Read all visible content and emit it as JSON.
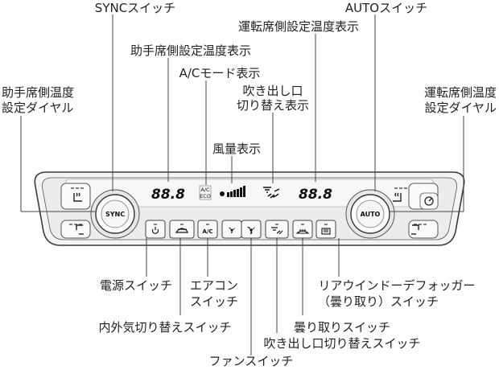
{
  "labels": {
    "sync_switch": "SYNCスイッチ",
    "auto_switch": "AUTOスイッチ",
    "driver_temp_display": "運転席側設定温度表示",
    "passenger_temp_display": "助手席側設定温度表示",
    "ac_mode_display": "A/Cモード表示",
    "outlet_switch_display_l1": "吹き出し口",
    "outlet_switch_display_l2": "切り替え表示",
    "fan_speed_display": "風量表示",
    "passenger_dial_l1": "助手席側温度",
    "passenger_dial_l2": "設定ダイヤル",
    "driver_dial_l1": "運転席側温度",
    "driver_dial_l2": "設定ダイヤル",
    "power_switch": "電源スイッチ",
    "aircon_switch_l1": "エアコン",
    "aircon_switch_l2": "スイッチ",
    "recirc_switch": "内外気切り替えスイッチ",
    "defog_switch": "曇り取りスイッチ",
    "outlet_switch": "吹き出し口切り替えスイッチ",
    "fan_switch": "ファンスイッチ",
    "rear_defogger_l1": "リアウインドーデフォッガー",
    "rear_defogger_l2": "（曇り取り）スイッチ"
  },
  "panel": {
    "left_temp": "88.8",
    "right_temp": "88.8",
    "ac_badge_top": "A/C",
    "ac_badge_bottom": "ECO",
    "sync_knob": "SYNC",
    "auto_knob": "AUTO",
    "ac_button": "A/C"
  }
}
